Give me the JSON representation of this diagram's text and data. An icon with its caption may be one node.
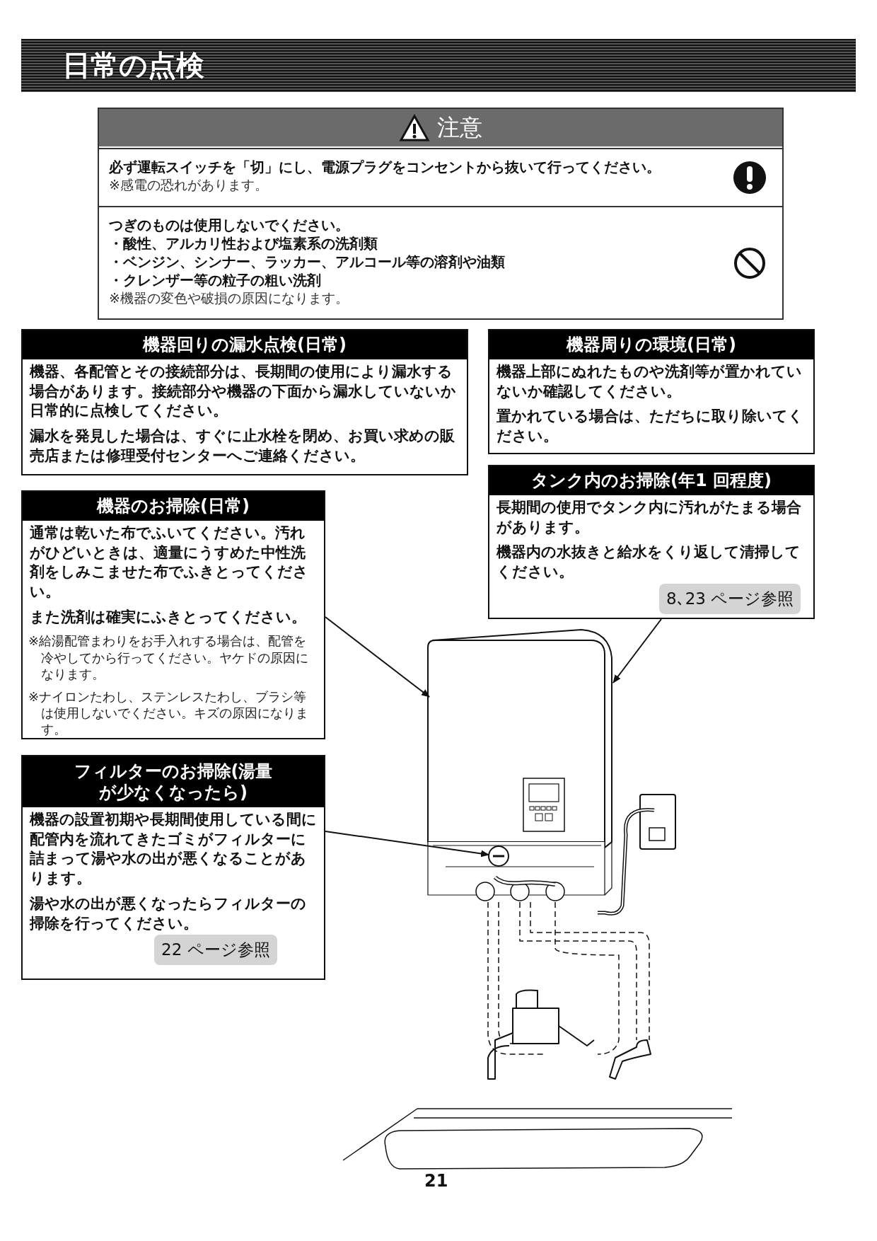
{
  "diagram": {
    "title": "日常の点検",
    "nodes": [
      {
        "text": [
          "注意"
        ]
      },
      {
        "text": [
          "必ず運転スイッチを「切」にし、電源プラグをコンセントから抜いて行ってください。",
          "※感電の恐れがあります。"
        ],
        "in": 0
      },
      {
        "text": [
          "つぎのものは使用しないでください。",
          "・酸性、アルカリ性および塩素系の洗剤類",
          "・ベンジン、シンナー、ラッカー、アルコール等の溶剤や油類",
          "・クレンザー等の粒子の粗い洗剤",
          "※機器の変色や破損の原因になります。"
        ],
        "in": 0
      },
      {
        "text": [
          "機器回りの漏水点検(日常)",
          "機器、各配管とその接続部分は、長期間の使用により漏水する場合があります。接続部分や機器の下面から漏水していないか日常的に点検してください。",
          "漏水を発見した場合は、すぐに止水栓を閉め、お買い求めの販売店または修理受付センターへご連絡ください。"
        ]
      },
      {
        "text": [
          "機器周りの環境(日常)",
          "機器上部にぬれたものや洗剤等が置かれていないか確認してください。",
          "置かれている場合は、ただちに取り除いてください。"
        ]
      },
      {
        "text": [
          "タンク内のお掃除(年1 回程度)",
          "長期間の使用でタンク内に汚れがたまる場合があります。",
          "機器内の水抜きと給水をくり返して清掃してください。"
        ]
      },
      {
        "text": [
          "8､23 ページ参照"
        ],
        "in": 5
      },
      {
        "text": [
          "機器のお掃除(日常)",
          "通常は乾いた布でふいてください。汚れがひどいときは、適量にうすめた中性洗剤をしみこませた布でふきとってください。",
          "また洗剤は確実にふきとってください。",
          "※給湯配管まわりをお手入れする場合は、配管を冷やしてから行ってください。ヤケドの原因になります。",
          "※ナイロンたわし、ステンレスたわし、ブラシ等は使用しないでください。キズの原因になります。"
        ]
      },
      {
        "text": [
          "フィルターのお掃除(湯量が少なくなったら)",
          "機器の設置初期や長期間使用している間に配管内を流れてきたゴミがフィルターに詰まって湯や水の出が悪くなることがあります。",
          "湯や水の出が悪くなったらフィルターの掃除を行ってください。"
        ]
      },
      {
        "text": [
          "22 ページ参照"
        ],
        "in": 8
      },
      {
        "text": [],
        "shape": "picture"
      },
      {
        "text": [],
        "shape": "picture"
      }
    ],
    "edges": [
      {
        "from": 7,
        "to": 10,
        "arrow": "to"
      },
      {
        "from": 5,
        "to": 10,
        "arrow": "to"
      },
      {
        "from": 8,
        "to": 11,
        "arrow": "to"
      }
    ],
    "labels": [
      "21"
    ]
  }
}
